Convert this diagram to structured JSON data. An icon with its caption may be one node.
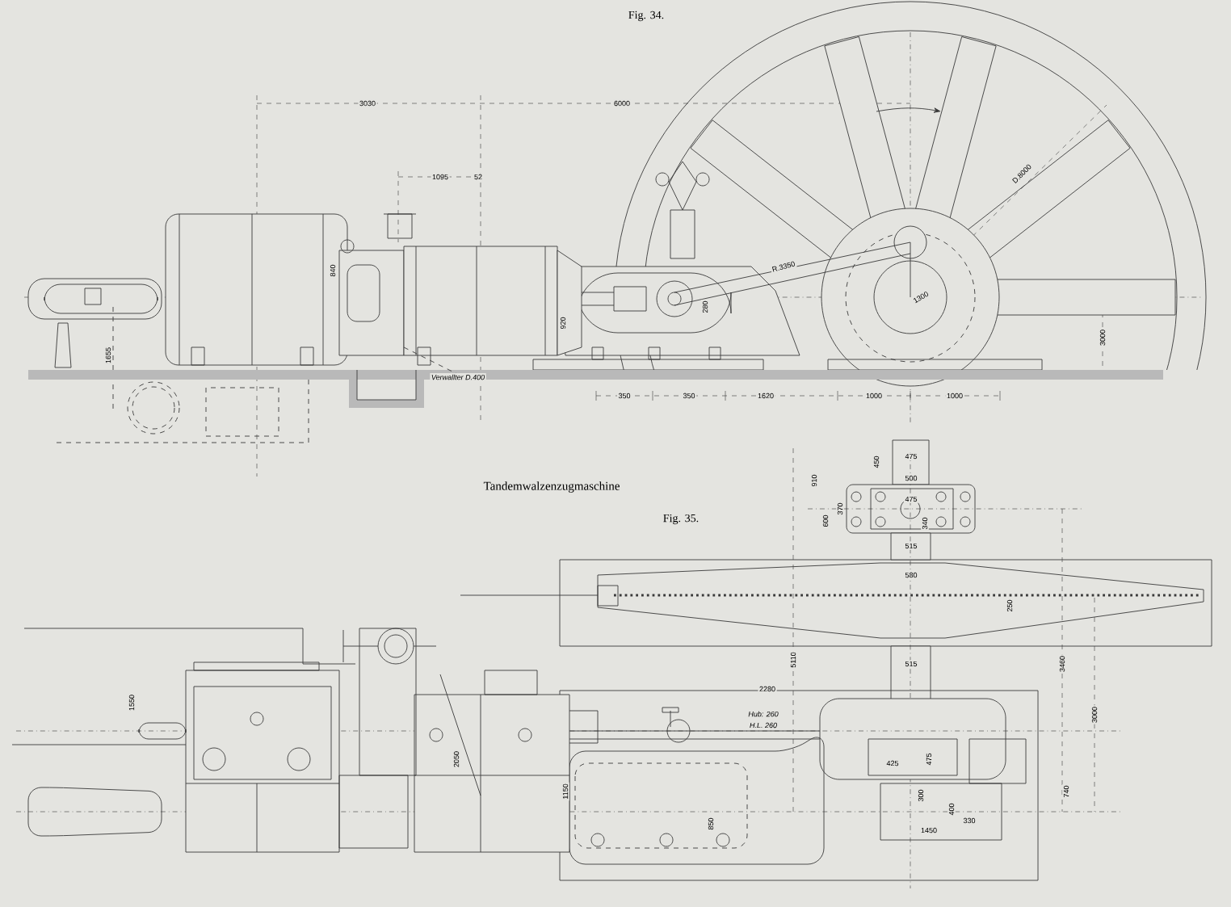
{
  "diagram": {
    "caption": "Tandemwalzenzugmaschine",
    "labels": [
      "Fig. 34.",
      "3030",
      "6000",
      "1095",
      "52",
      "840",
      "920",
      "1655",
      "280",
      "R.3350",
      "D.8000",
      "1300",
      "3000",
      "Verwallter D.400",
      "350",
      "350",
      "1620",
      "1000",
      "1000",
      "Fig. 35.",
      "450",
      "475",
      "500",
      "910",
      "475",
      "370",
      "600",
      "340",
      "515",
      "580",
      "250",
      "515",
      "5110",
      "3460",
      "3000",
      "2280",
      "Hub: 260",
      "H.L. 260",
      "1550",
      "2050",
      "425",
      "475",
      "1150",
      "300",
      "400",
      "740",
      "850",
      "330",
      "1450"
    ]
  }
}
